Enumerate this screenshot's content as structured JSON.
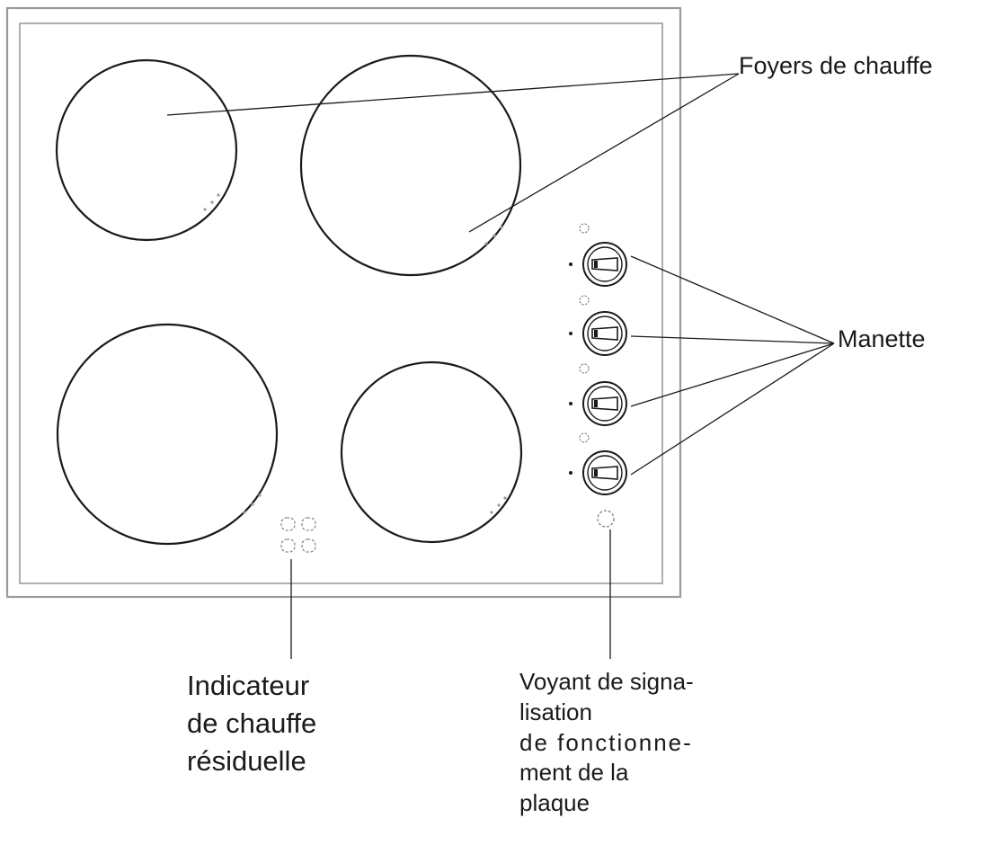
{
  "labels": {
    "foyers": "Foyers de chauffe",
    "manette": "Manette",
    "indicateur": [
      "Indicateur",
      "de chauffe",
      "résiduelle"
    ],
    "voyant": [
      "Voyant de signa-",
      "lisation",
      "de fonctionne-",
      "ment de la",
      "plaque"
    ]
  },
  "components": {
    "heating_zones": 4,
    "control_knobs": 4,
    "residual_heat_indicators": 4,
    "power_indicator_lights": 1
  },
  "colors": {
    "line": "#1a1a1a",
    "frame": "#9a9a9a",
    "indicator": "#8a8a8a",
    "background": "#ffffff"
  }
}
